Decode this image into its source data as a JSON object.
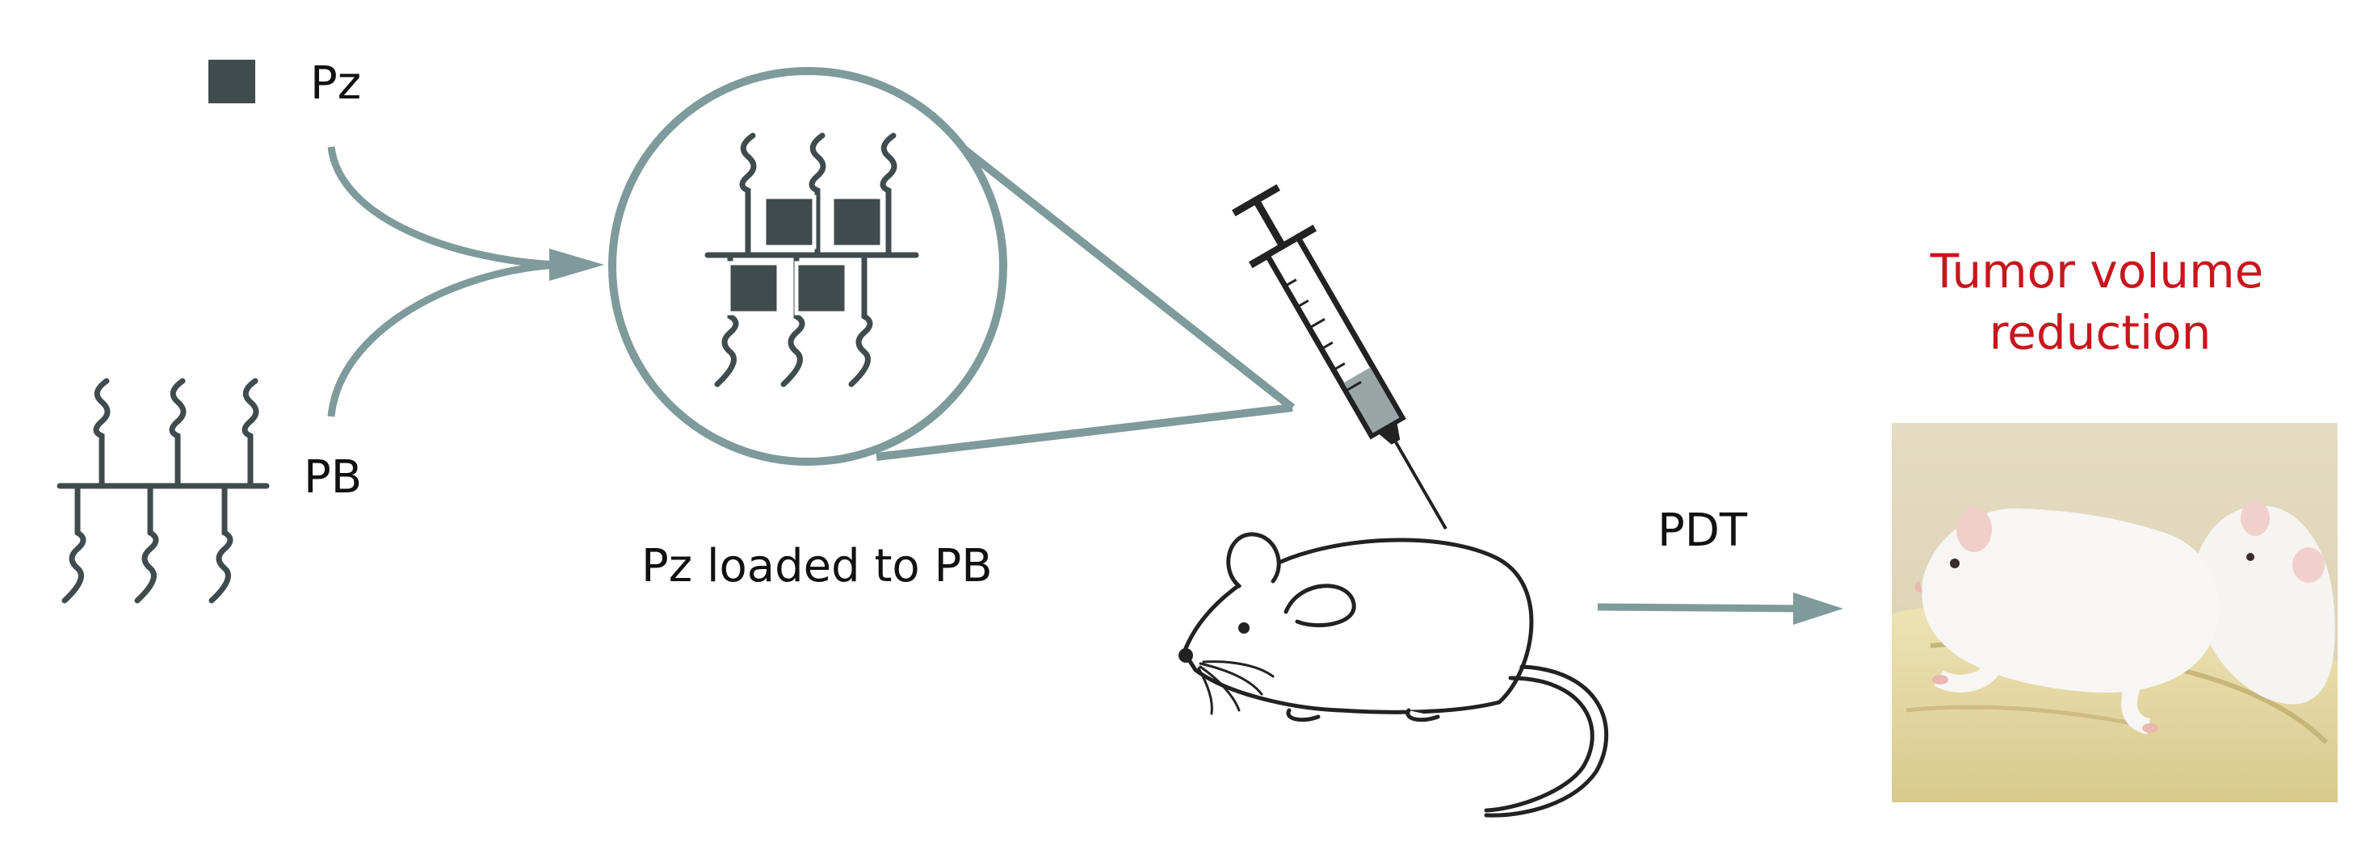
{
  "labels": {
    "pz": "Pz",
    "pb": "PB",
    "loaded": "Pz loaded to PB",
    "pdt": "PDT",
    "result_line1": "Tumor volume",
    "result_line2": "reduction"
  },
  "colors": {
    "arrow": "#7f9a9a",
    "block": "#3f4b4d",
    "line": "#3f4b4d",
    "result_text": "#c8161d"
  }
}
